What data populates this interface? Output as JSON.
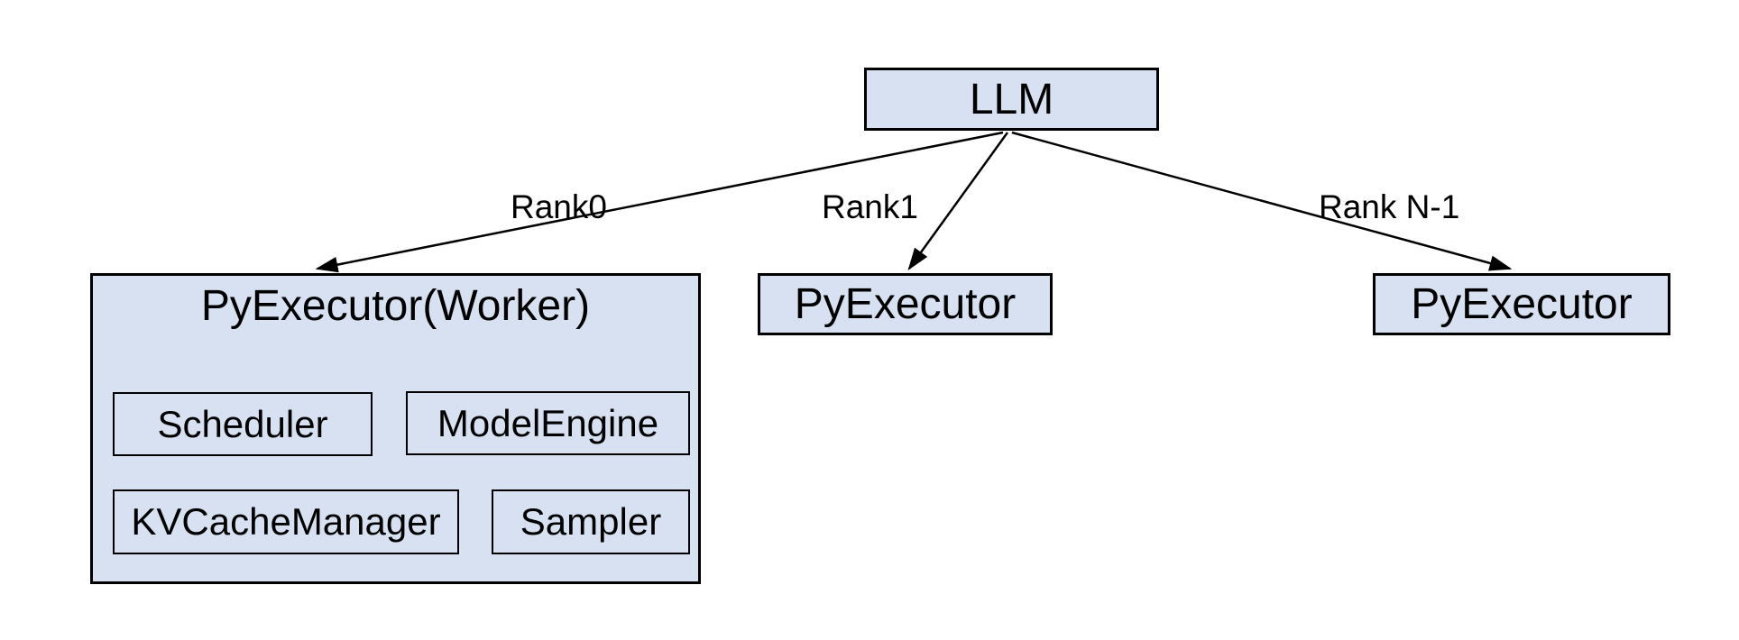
{
  "diagram": {
    "llm_box": {
      "label": "LLM"
    },
    "edges": [
      {
        "label": "Rank0"
      },
      {
        "label": "Rank1"
      },
      {
        "label": "Rank N-1"
      }
    ],
    "worker_box": {
      "title": "PyExecutor(Worker)",
      "components": [
        {
          "label": "Scheduler"
        },
        {
          "label": "ModelEngine"
        },
        {
          "label": "KVCacheManager"
        },
        {
          "label": "Sampler"
        }
      ]
    },
    "rank1_box": {
      "label": "PyExecutor"
    },
    "rankn_box": {
      "label": "PyExecutor"
    },
    "colors": {
      "fill": "#d7e1f1",
      "border": "#000000",
      "text": "#000000",
      "line": "#000000",
      "bg": "#ffffff"
    }
  }
}
